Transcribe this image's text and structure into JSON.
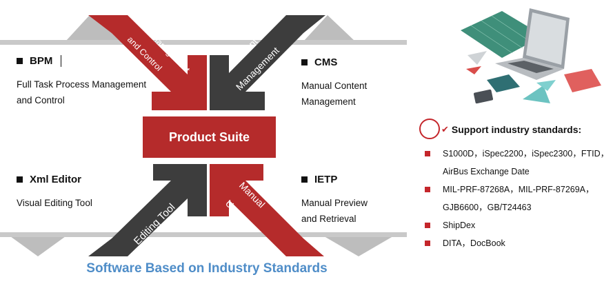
{
  "arrows": {
    "top_left": "Task Management and Control",
    "top_left_lines": [
      "Task Management",
      "and Control"
    ],
    "top_right": "Content Management",
    "top_right_lines": [
      "Content",
      "Management"
    ],
    "bottom_left": "Editing Tool",
    "bottom_right": "Manual Usage",
    "bottom_right_lines": [
      "Manual",
      "Usage"
    ]
  },
  "blocks": {
    "bpm": {
      "title": "BPM",
      "desc_lines": [
        "Full Task Process Management",
        "and Control"
      ]
    },
    "cms": {
      "title": "CMS",
      "desc_lines": [
        "Manual Content",
        "Management"
      ]
    },
    "xml": {
      "title": "Xml Editor",
      "desc_lines": [
        "Visual Editing Tool"
      ]
    },
    "ietp": {
      "title": "IETP",
      "desc_lines": [
        "Manual Preview",
        "and Retrieval"
      ]
    }
  },
  "center": {
    "label": "Product Suite"
  },
  "footer": {
    "title": "Software Based on Industry Standards"
  },
  "standards": {
    "heading": "Support industry standards:",
    "items": [
      {
        "lines": [
          "S1000D，iSpec2200，iSpec2300，FTID，",
          "AirBus Exchange Date"
        ]
      },
      {
        "lines": [
          "MIL-PRF-87268A，MIL-PRF-87269A，",
          "GJB6600，GB/T24463"
        ]
      },
      {
        "lines": [
          "ShipDex"
        ]
      },
      {
        "lines": [
          "DITA，DocBook"
        ]
      }
    ]
  },
  "colors": {
    "red": "#b52b2b",
    "dark": "#3d3d3d",
    "gray": "#bdbdbd",
    "accent_blue": "#4f8dc8",
    "bullet_red": "#c4262b"
  }
}
